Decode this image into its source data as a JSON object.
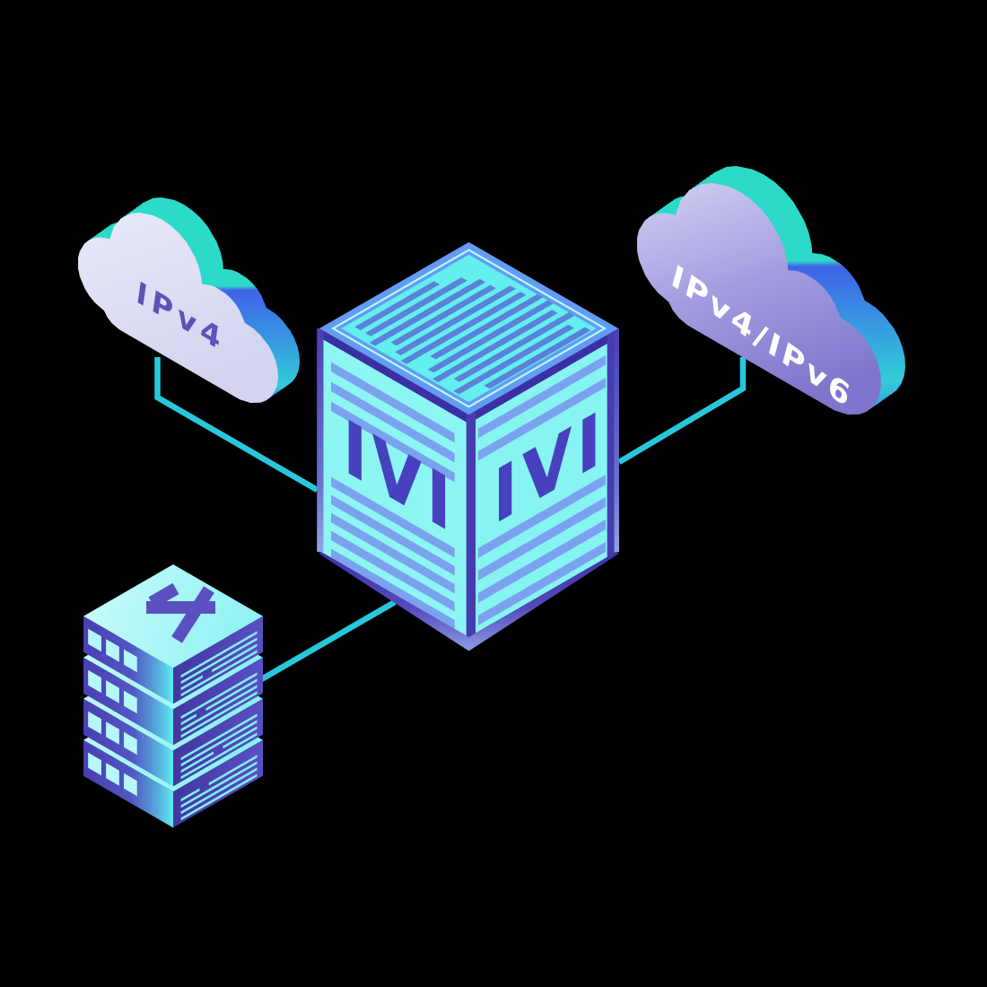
{
  "scene": {
    "background": "#000000",
    "type": "isometric-network-diagram"
  },
  "palette": {
    "connection_line": "#28c8dc",
    "box_face_cyan": "#7df2f2",
    "box_stripe_blue": "#7aa2ef",
    "box_edge_indigo": "#453cb0",
    "box_label_indigo": "#4741bf",
    "cloud_left_face": "#dcddf2",
    "cloud_right_face_top": "#cfcdf0",
    "cloud_right_face_bottom": "#7e76cc",
    "cloud_side_teal": "#2bdac9",
    "cloud_side_blue": "#3f63e8",
    "stack_indigo": "#4a3eb2",
    "stack_cyan": "#54dcec",
    "stack_label": "#5b50c0"
  },
  "nodes": {
    "cloud_left": {
      "label": "IPv4"
    },
    "cloud_right": {
      "label": "IPv4/IPv6"
    },
    "box": {
      "label_left": "IVI",
      "label_right": "IVI"
    },
    "stack": {
      "label": "4"
    }
  },
  "connections": [
    {
      "from": "cloud_left",
      "to": "box"
    },
    {
      "from": "cloud_right",
      "to": "box"
    },
    {
      "from": "stack",
      "to": "box"
    }
  ]
}
